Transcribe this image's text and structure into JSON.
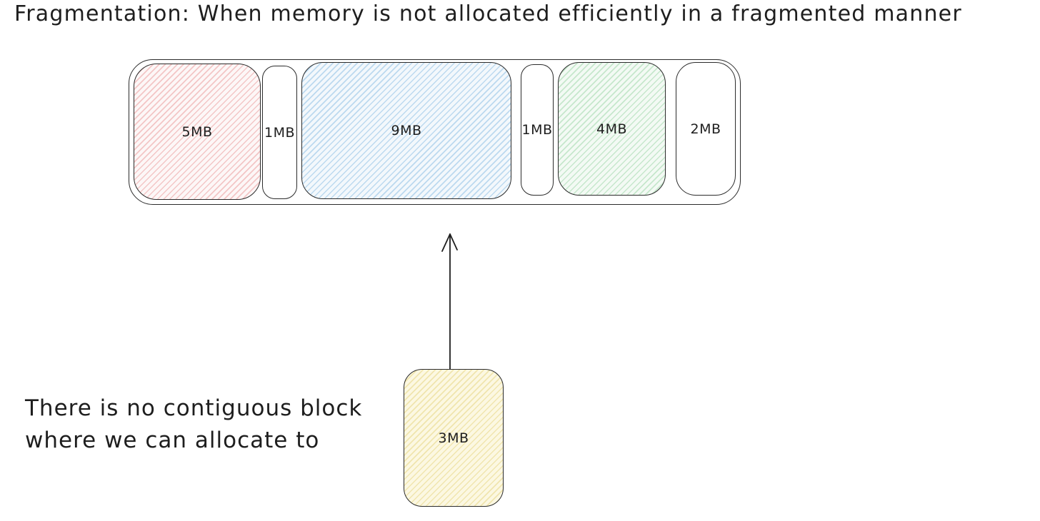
{
  "title": "Fragmentation: When memory is not allocated efficiently in a fragmented manner",
  "memory_bar": {
    "blocks": [
      {
        "label": "5MB",
        "fill_color": "#ffc9c9",
        "state": "allocated"
      },
      {
        "label": "1MB",
        "fill_color": "#ffffff",
        "state": "free"
      },
      {
        "label": "9MB",
        "fill_color": "#a5d8ff",
        "state": "allocated"
      },
      {
        "label": "1MB",
        "fill_color": "#ffffff",
        "state": "free"
      },
      {
        "label": "4MB",
        "fill_color": "#b2f2bb",
        "state": "allocated"
      },
      {
        "label": "2MB",
        "fill_color": "#ffffff",
        "state": "free"
      }
    ]
  },
  "incoming_block": {
    "label": "3MB",
    "fill_color": "#ffec99"
  },
  "caption": {
    "line1": "There is no contiguous block",
    "line2": "where we can allocate to"
  },
  "colors": {
    "stroke": "#1e1e1e",
    "background": "#ffffff"
  }
}
